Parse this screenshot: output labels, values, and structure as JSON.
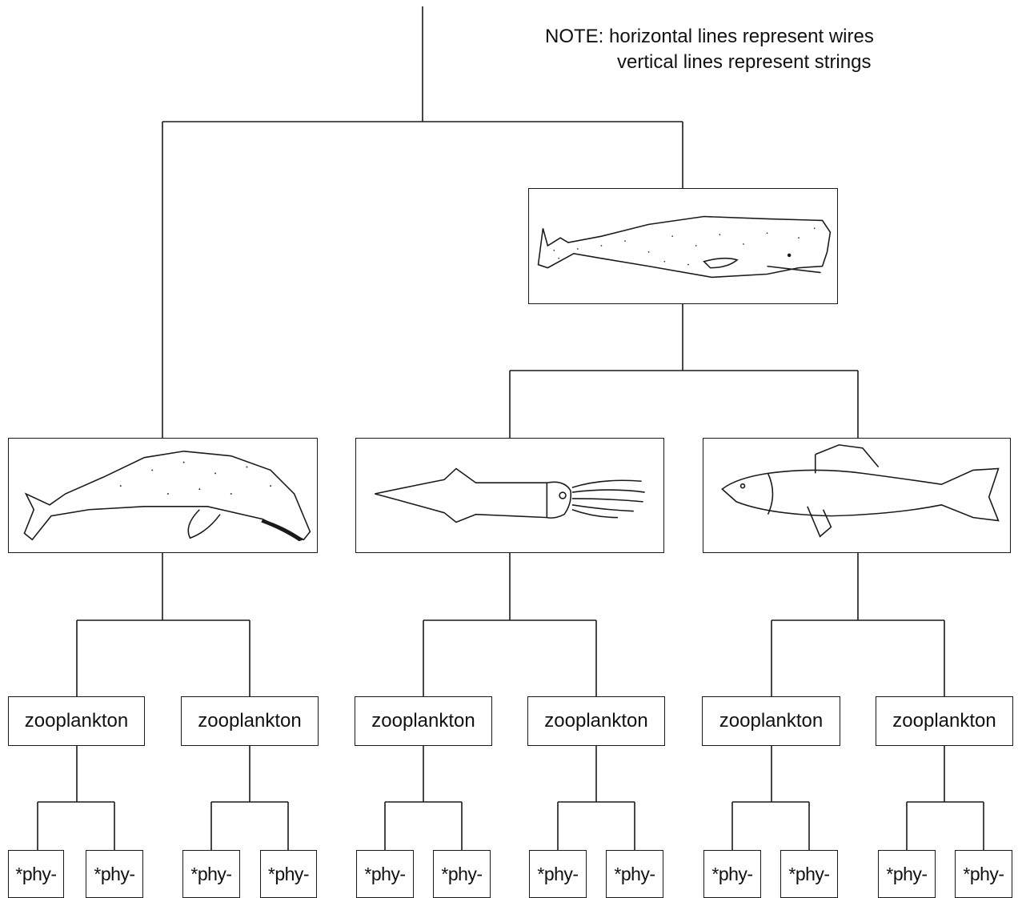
{
  "note": {
    "line1": "NOTE: horizontal lines represent wires",
    "line2": "vertical lines represent strings"
  },
  "animals": [
    {
      "id": "sperm-whale",
      "icon": "sperm-whale-drawing"
    },
    {
      "id": "gray-whale",
      "icon": "gray-whale-drawing"
    },
    {
      "id": "squid",
      "icon": "squid-drawing"
    },
    {
      "id": "fish",
      "icon": "fish-drawing"
    }
  ],
  "zooplankton_label": "zooplankton",
  "phy_label": "*phy-",
  "colors": {
    "line": "#1a1a1a",
    "background": "#ffffff"
  }
}
